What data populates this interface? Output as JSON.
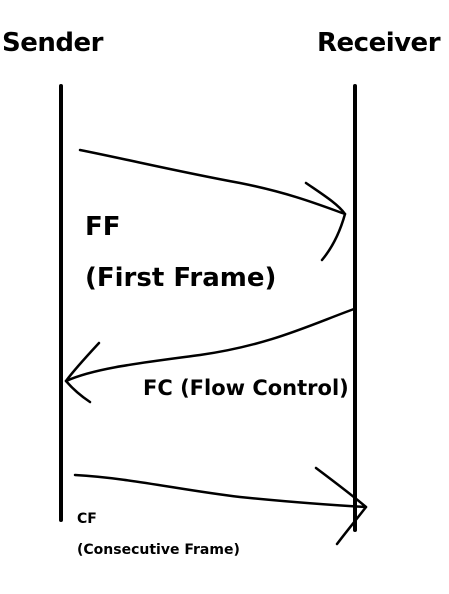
{
  "labels": {
    "sender": "Sender",
    "receiver": "Receiver",
    "first_frame_abbr": "FF",
    "first_frame_full": "(First Frame)",
    "flow_control": "FC (Flow Control)",
    "consecutive_frame_abbr": "CF",
    "consecutive_frame_full": "(Consecutive Frame)"
  },
  "messages": [
    {
      "abbr": "FF",
      "from": "sender",
      "to": "receiver"
    },
    {
      "abbr": "FC",
      "from": "receiver",
      "to": "sender"
    },
    {
      "abbr": "CF",
      "from": "sender",
      "to": "receiver"
    }
  ],
  "colors": {
    "ink": "#000000",
    "background": "#ffffff"
  }
}
